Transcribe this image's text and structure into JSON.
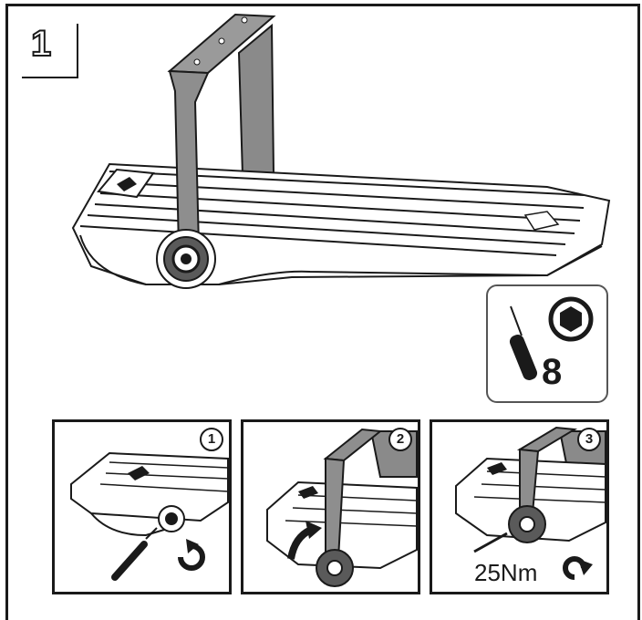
{
  "step_number": "1",
  "tool": {
    "size": "8",
    "icons": [
      "screwdriver-icon",
      "hex-socket-icon"
    ]
  },
  "panels": [
    {
      "badge": "1",
      "rotation_icon": "counterclockwise-arrow-icon"
    },
    {
      "badge": "2",
      "rotation_icon": "curved-arrow-icon"
    },
    {
      "badge": "3",
      "torque": "25Nm",
      "rotation_icon": "clockwise-arrow-icon"
    }
  ]
}
